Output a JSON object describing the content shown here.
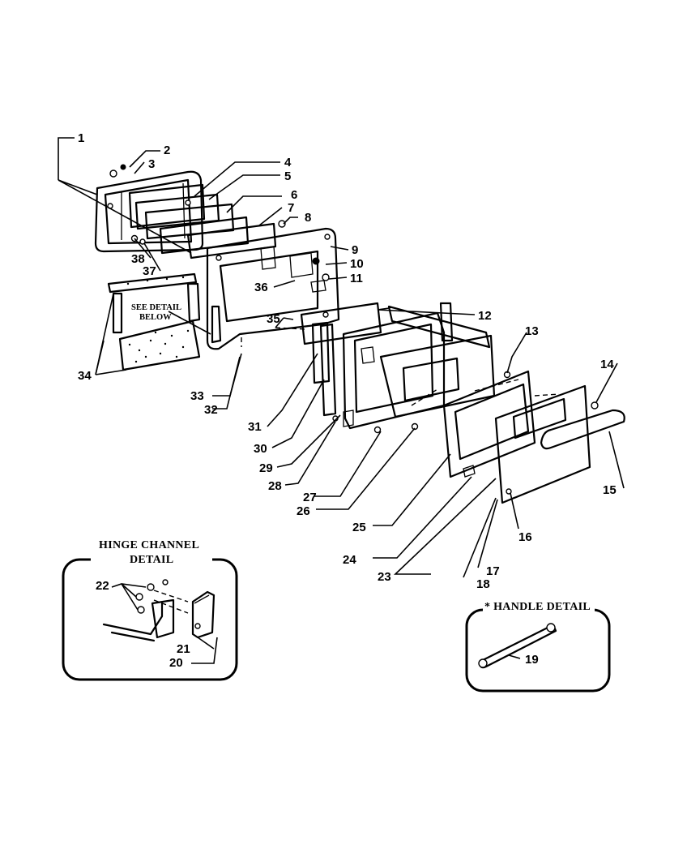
{
  "callouts": [
    "1",
    "2",
    "3",
    "4",
    "5",
    "6",
    "7",
    "8",
    "9",
    "10",
    "11",
    "12",
    "13",
    "14",
    "15",
    "16",
    "17",
    "18",
    "19",
    "20",
    "21",
    "22",
    "23",
    "24",
    "25",
    "26",
    "27",
    "28",
    "29",
    "30",
    "31",
    "32",
    "33",
    "34",
    "35",
    "36",
    "37",
    "38"
  ],
  "notes": {
    "see_detail_line1": "SEE DETAIL",
    "see_detail_line2": "BELOW"
  },
  "hinge_detail": {
    "title_line1": "HINGE CHANNEL",
    "title_line2": "DETAIL"
  },
  "handle_detail": {
    "title": "* HANDLE DETAIL"
  }
}
